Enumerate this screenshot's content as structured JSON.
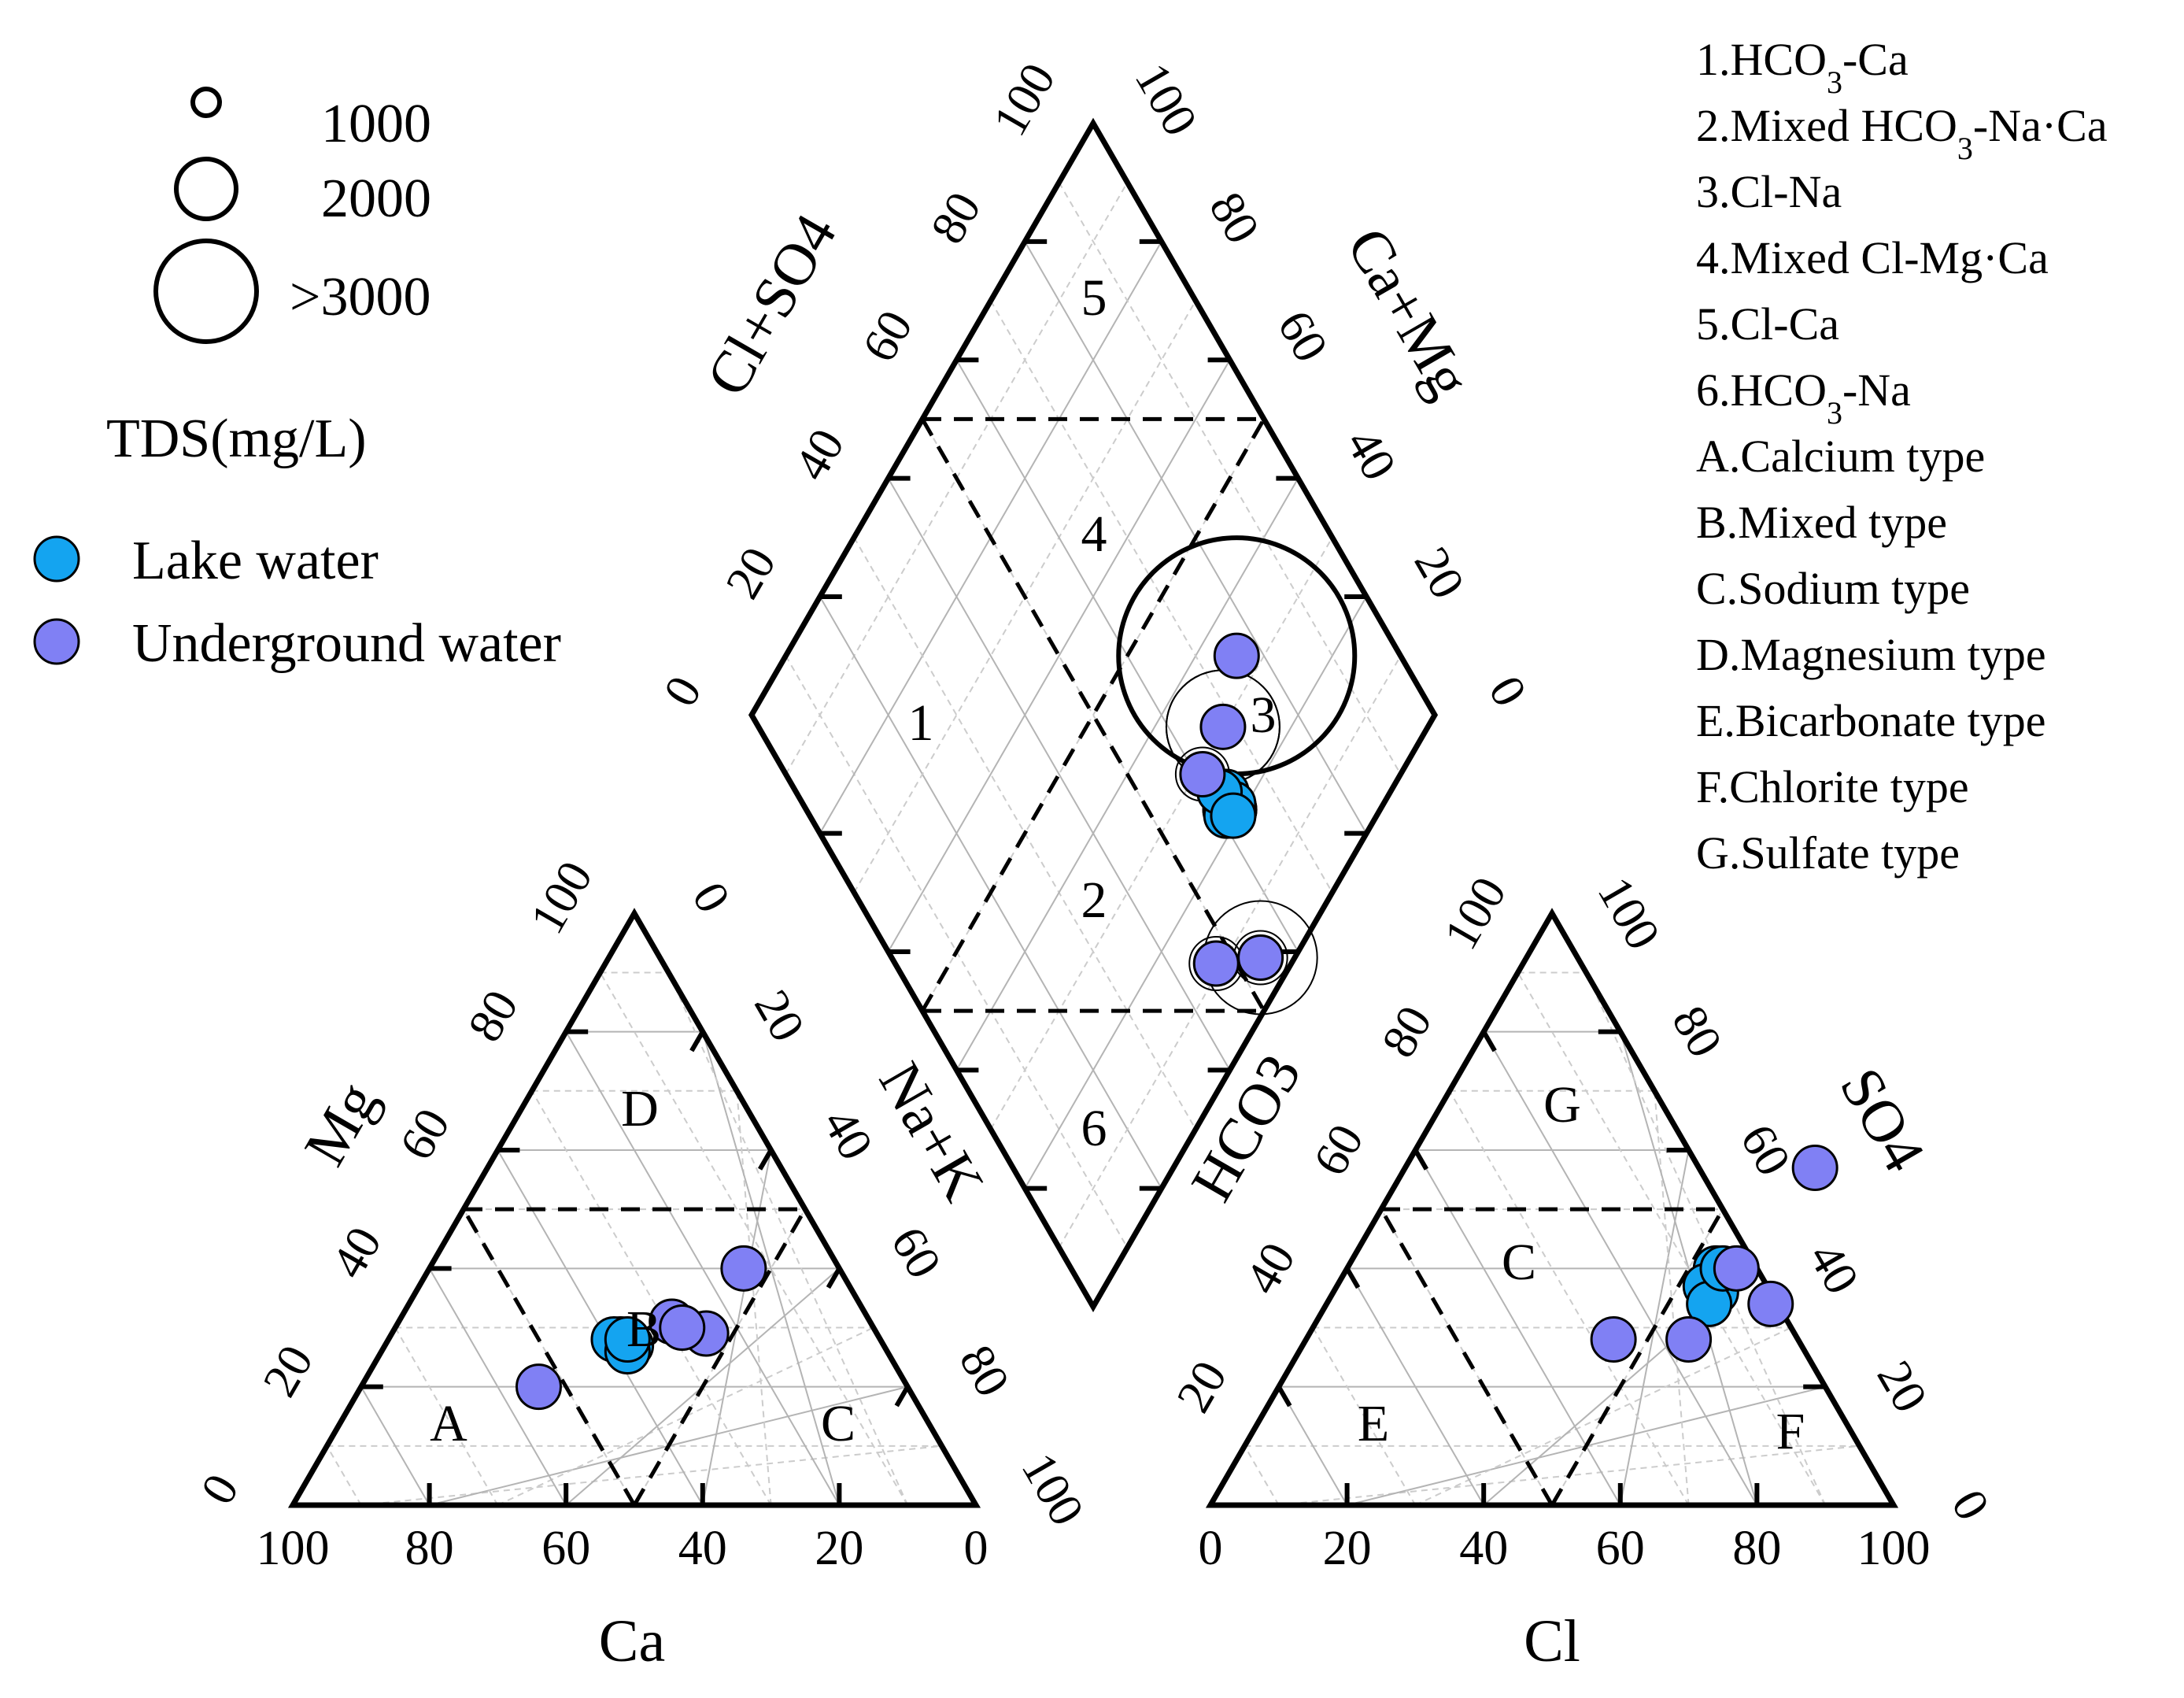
{
  "chart_data": {
    "type": "scatter",
    "diagram": "Piper trilinear diagram",
    "tds_legend": {
      "title": "TDS(mg/L)",
      "levels": [
        "1000",
        "2000",
        ">3000"
      ]
    },
    "series": [
      {
        "name": "Lake water",
        "color": "#14a4f0",
        "cation_triangle": [
          [
            36,
            27
          ],
          [
            35,
            27
          ],
          [
            34,
            28
          ],
          [
            33,
            28
          ],
          [
            36,
            26
          ],
          [
            35,
            28
          ]
        ],
        "anion_triangle": [
          [
            54,
            40
          ],
          [
            55,
            38
          ],
          [
            56,
            36
          ],
          [
            54,
            37
          ],
          [
            56,
            34
          ],
          [
            55,
            40
          ]
        ],
        "diamond": [
          [
            63,
            24
          ],
          [
            62,
            23
          ],
          [
            61,
            22
          ],
          [
            63,
            22
          ],
          [
            62,
            25
          ],
          [
            62,
            21
          ]
        ]
      },
      {
        "name": "Underground water",
        "color": "#8080f4",
        "cation_triangle": [
          [
            46,
            40
          ],
          [
            46,
            29
          ],
          [
            40,
            31
          ],
          [
            26,
            20
          ],
          [
            42,
            30
          ]
        ],
        "anion_triangle": [
          [
            60,
            57
          ],
          [
            45,
            28
          ],
          [
            65,
            34
          ],
          [
            56,
            28
          ],
          [
            57,
            40
          ]
        ],
        "diamond": [
          [
            76,
            34
          ],
          [
            68,
            30
          ],
          [
            61,
            29
          ],
          [
            47,
            11
          ],
          [
            54,
            5
          ]
        ],
        "diamond_tds_ring": [
          "2000",
          "2000",
          "1000",
          ">3000",
          "1000",
          "1000",
          "2000",
          "1000",
          "1000"
        ]
      }
    ],
    "cation_triangle": {
      "left_label": "Mg",
      "right_label": "Na+K",
      "bottom_label": "Ca",
      "left_ticks": [
        "0",
        "20",
        "40",
        "60",
        "80",
        "100"
      ],
      "right_ticks": [
        "0",
        "20",
        "40",
        "60",
        "80",
        "100"
      ],
      "bottom_ticks": [
        "100",
        "80",
        "60",
        "40",
        "20",
        "0"
      ],
      "regions": [
        "A",
        "B",
        "C",
        "D"
      ]
    },
    "anion_triangle": {
      "left_label": "HCO3",
      "right_label": "SO4",
      "bottom_label": "Cl",
      "left_ticks": [
        "20",
        "40",
        "60",
        "80",
        "100"
      ],
      "right_ticks": [
        "100",
        "80",
        "60",
        "40",
        "20",
        "0"
      ],
      "bottom_ticks": [
        "0",
        "20",
        "40",
        "60",
        "80",
        "100"
      ],
      "regions": [
        "E",
        "F",
        "G",
        "C"
      ]
    },
    "diamond": {
      "left_label": "Cl+SO4",
      "right_label": "Ca+Mg",
      "left_ticks": [
        "0",
        "20",
        "40",
        "60",
        "80",
        "100"
      ],
      "right_ticks": [
        "100",
        "80",
        "60",
        "40",
        "20",
        "0"
      ],
      "regions": [
        "1",
        "2",
        "3",
        "4",
        "5",
        "6"
      ]
    }
  },
  "legend": {
    "lake": "Lake water",
    "underground": "Underground water"
  },
  "water_types": [
    "1.HCO3-Ca",
    "2.Mixed HCO3-Na·Ca",
    "3.Cl-Na",
    "4.Mixed Cl-Mg·Ca",
    "5.Cl-Ca",
    "6.HCO3-Na",
    "A.Calcium type",
    "B.Mixed type",
    "C.Sodium type",
    "D.Magnesium type",
    "E.Bicarbonate type",
    "F.Chlorite type",
    "G.Sulfate type"
  ]
}
